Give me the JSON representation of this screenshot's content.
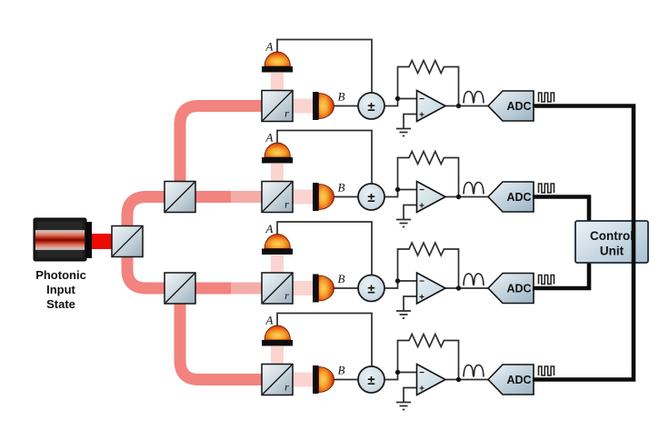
{
  "source": {
    "label_lines": [
      "Photonic",
      "Input",
      "State"
    ]
  },
  "rows": [
    {
      "detector_a": "A",
      "detector_b": "B",
      "splitter_ratio": "r",
      "combiner": "±",
      "opamp_minus": "−",
      "opamp_plus": "+",
      "adc": "ADC"
    },
    {
      "detector_a": "A",
      "detector_b": "B",
      "splitter_ratio": "r",
      "combiner": "±",
      "opamp_minus": "−",
      "opamp_plus": "+",
      "adc": "ADC"
    },
    {
      "detector_a": "A",
      "detector_b": "B",
      "splitter_ratio": "r",
      "combiner": "±",
      "opamp_minus": "−",
      "opamp_plus": "+",
      "adc": "ADC"
    },
    {
      "detector_a": "A",
      "detector_b": "B",
      "splitter_ratio": "r",
      "combiner": "±",
      "opamp_minus": "−",
      "opamp_plus": "+",
      "adc": "ADC"
    }
  ],
  "control_unit": {
    "line1": "Control",
    "line2": "Unit"
  },
  "icons": {
    "analog_wave_icon": "∿",
    "digital_pulses_icon": "⊓⊓⊓",
    "ground_icon": "⏚",
    "resistor_icon": "⌁"
  },
  "colors": {
    "laser_beam_core": "#EB0B00",
    "beam_main": "#F2837F",
    "beam_attenuated": "#F5ACA8",
    "beam_weak": "#FAD4D1",
    "component_steel": "#C6D3DB",
    "detector_orange": "#F6A62F",
    "detector_red": "#B02002",
    "wire": "#2E2E2E",
    "digital_bus": "#0D0D0D",
    "background": "#FFFFFF"
  }
}
